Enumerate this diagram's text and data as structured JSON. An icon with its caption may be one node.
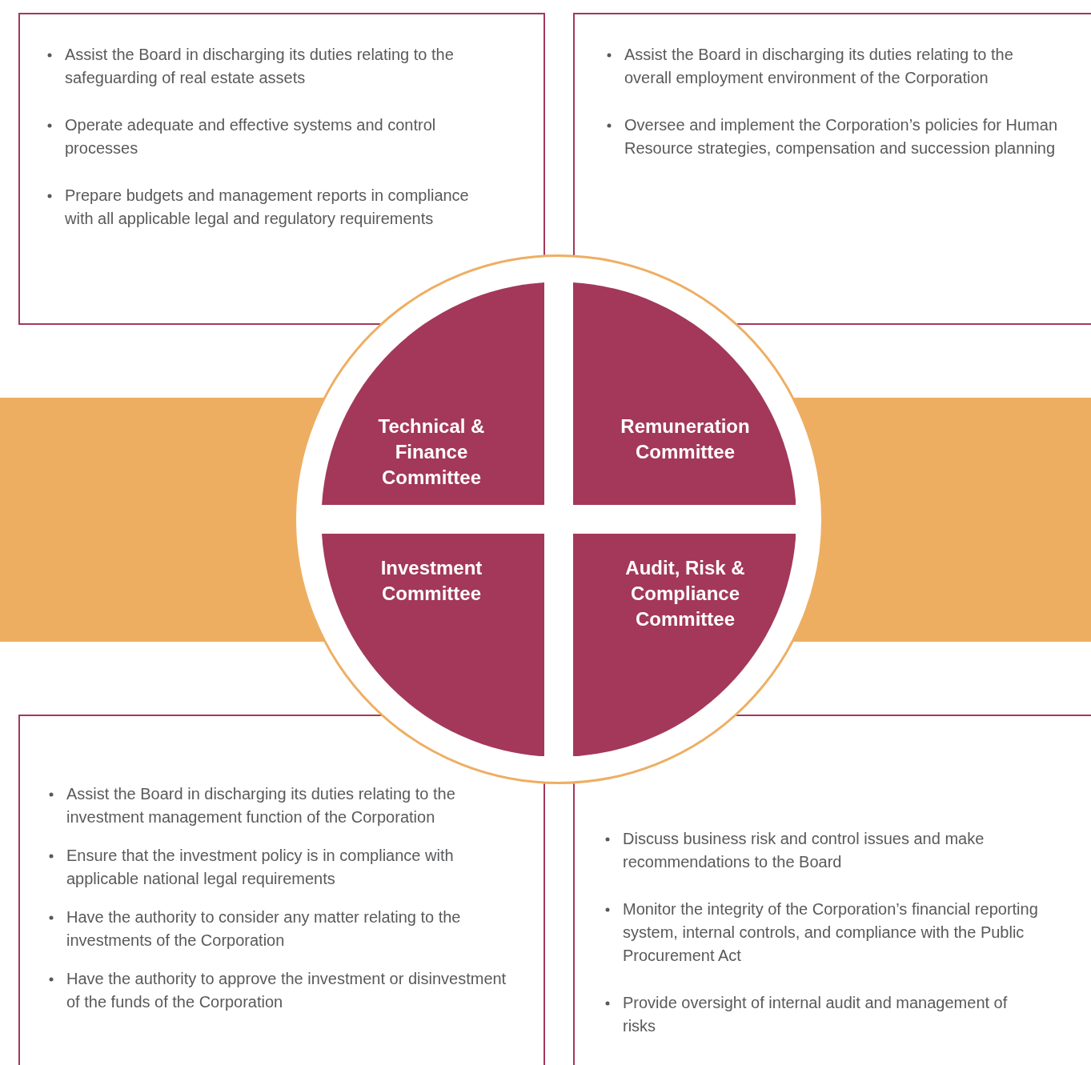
{
  "diagram": {
    "nodes": [
      {
        "text": [
          "Assist the Board in discharging its duties relating to the safeguarding of real estate assets",
          "Operate adequate and effective systems and control processes",
          "Prepare budgets and management reports in compliance with all applicable legal and regulatory requirements"
        ]
      },
      {
        "text": [
          "Assist the Board in discharging its duties relating to the overall employment environment of the Corporation",
          "Oversee and implement the Corporation’s policies for Human Resource strategies, compensation and succession planning"
        ]
      },
      {
        "text": [],
        "shape": "circle"
      },
      {
        "text": [
          "Technical & Finance Committee"
        ],
        "in": 2
      },
      {
        "text": [
          "Remuneration Committee"
        ],
        "in": 2
      },
      {
        "text": [
          "Investment Committee"
        ],
        "in": 2
      },
      {
        "text": [
          "Audit, Risk & Compliance Committee"
        ],
        "in": 2
      },
      {
        "text": [
          "Assist the Board in discharging its duties relating to the investment management function of the Corporation",
          "Ensure that the investment policy is in compliance with applicable national legal requirements",
          "Have the authority to consider any matter relating to the investments of the Corporation",
          "Have the authority to approve the investment or disinvestment of the funds of the Corporation"
        ]
      },
      {
        "text": [
          "Discuss business risk and control issues and make recommendations to the Board",
          "Monitor the integrity of the Corporation’s financial reporting system, internal controls, and compliance with the Public Procurement Act",
          "Provide oversight of internal audit and management of risks"
        ]
      }
    ]
  }
}
